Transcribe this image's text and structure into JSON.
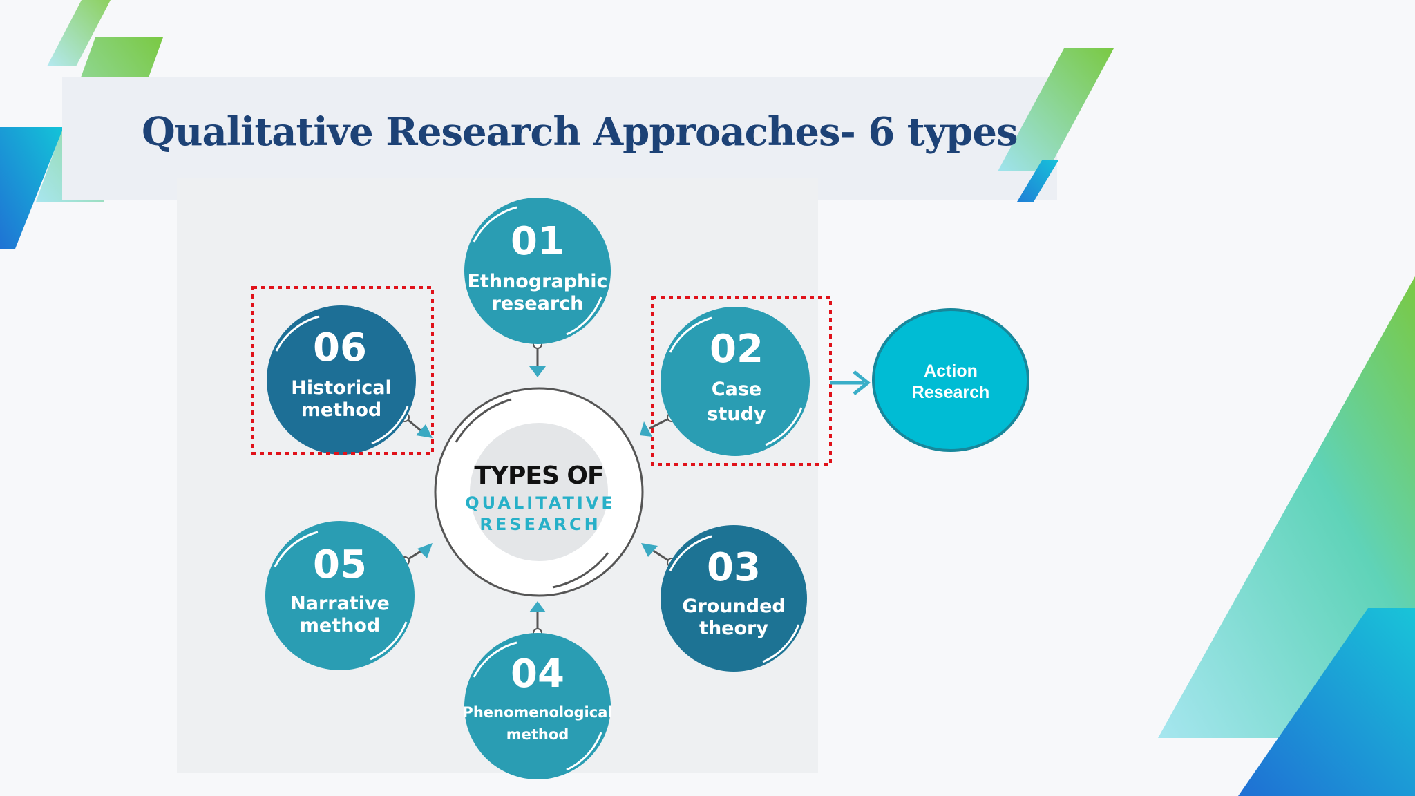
{
  "slide": {
    "title": "Qualitative Research Approaches- 6 types"
  },
  "diagram": {
    "center": {
      "line1": "TYPES OF",
      "line2": "QUALITATIVE",
      "line3": "RESEARCH"
    },
    "types": [
      {
        "number": "01",
        "label_line1": "Ethnographic",
        "label_line2": "research",
        "color": "#2a9db3",
        "highlighted": false
      },
      {
        "number": "02",
        "label_line1": "Case",
        "label_line2": "study",
        "color": "#2a9db3",
        "highlighted": true
      },
      {
        "number": "03",
        "label_line1": "Grounded",
        "label_line2": "theory",
        "color": "#1d7394",
        "highlighted": false
      },
      {
        "number": "04",
        "label_line1": "Phenomenological",
        "label_line2": "method",
        "color": "#2a9db3",
        "highlighted": false
      },
      {
        "number": "05",
        "label_line1": "Narrative",
        "label_line2": "method",
        "color": "#2a9db3",
        "highlighted": false
      },
      {
        "number": "06",
        "label_line1": "Historical",
        "label_line2": "method",
        "color": "#1d6f96",
        "highlighted": true
      }
    ],
    "extra": {
      "line1": "Action",
      "line2": "Research",
      "color": "#00bcd4"
    }
  },
  "colors": {
    "title": "#1d4276",
    "highlight_border": "#e0121a",
    "accent_green": "#7ac943",
    "accent_blue": "#1f7fd6",
    "accent_cyan": "#8fe0ec"
  }
}
